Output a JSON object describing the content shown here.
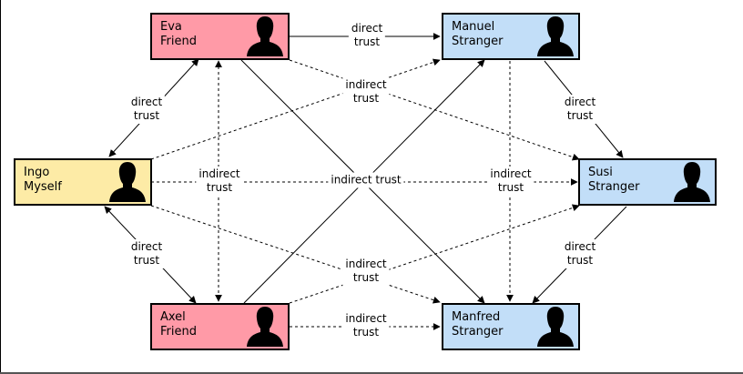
{
  "colors": {
    "friend": "#ff9aa7",
    "self": "#fdeba6",
    "stranger": "#c2def8"
  },
  "nodes": {
    "eva": {
      "name": "Eva",
      "role": "Friend",
      "icon": "person-silhouette-icon"
    },
    "manuel": {
      "name": "Manuel",
      "role": "Stranger",
      "icon": "person-silhouette-icon"
    },
    "ingo": {
      "name": "Ingo",
      "role": "Myself",
      "icon": "person-silhouette-icon"
    },
    "susi": {
      "name": "Susi",
      "role": "Stranger",
      "icon": "person-silhouette-icon"
    },
    "axel": {
      "name": "Axel",
      "role": "Friend",
      "icon": "person-silhouette-icon"
    },
    "manfred": {
      "name": "Manfred",
      "role": "Stranger",
      "icon": "person-silhouette-icon"
    }
  },
  "labels": {
    "eva_manuel": [
      "direct",
      "trust"
    ],
    "center_top": [
      "indirect",
      "trust"
    ],
    "ingo_eva": [
      "direct",
      "trust"
    ],
    "manuel_susi": [
      "direct",
      "trust"
    ],
    "left_mid": [
      "indirect",
      "trust"
    ],
    "center_mid": "indirect trust",
    "right_mid": [
      "indirect",
      "trust"
    ],
    "ingo_axel": [
      "direct",
      "trust"
    ],
    "susi_manfred": [
      "direct",
      "trust"
    ],
    "center_bottom": [
      "indirect",
      "trust"
    ],
    "axel_manfred": [
      "indirect",
      "trust"
    ]
  }
}
